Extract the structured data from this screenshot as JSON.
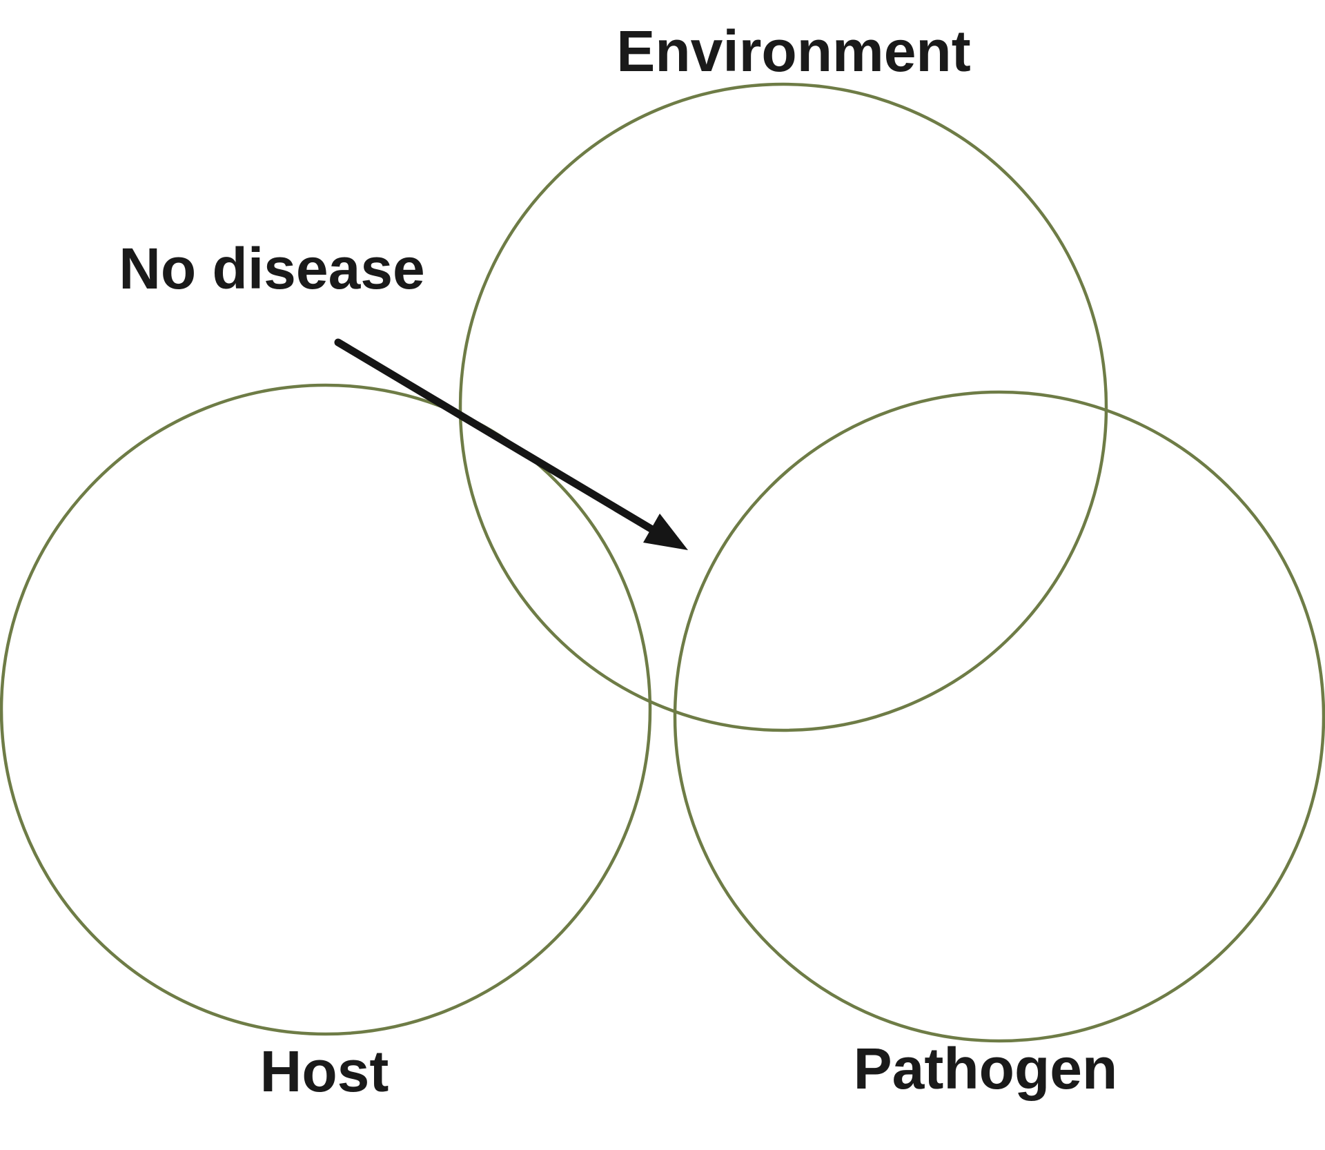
{
  "diagram": {
    "type": "venn-triad",
    "labels": {
      "environment": "Environment",
      "host": "Host",
      "pathogen": "Pathogen"
    },
    "annotation": {
      "text": "No disease"
    },
    "colors": {
      "background": "#ffffff",
      "circle_stroke": "#6e7c46",
      "arrow": "#151515",
      "text": "#1a1a1a"
    }
  }
}
